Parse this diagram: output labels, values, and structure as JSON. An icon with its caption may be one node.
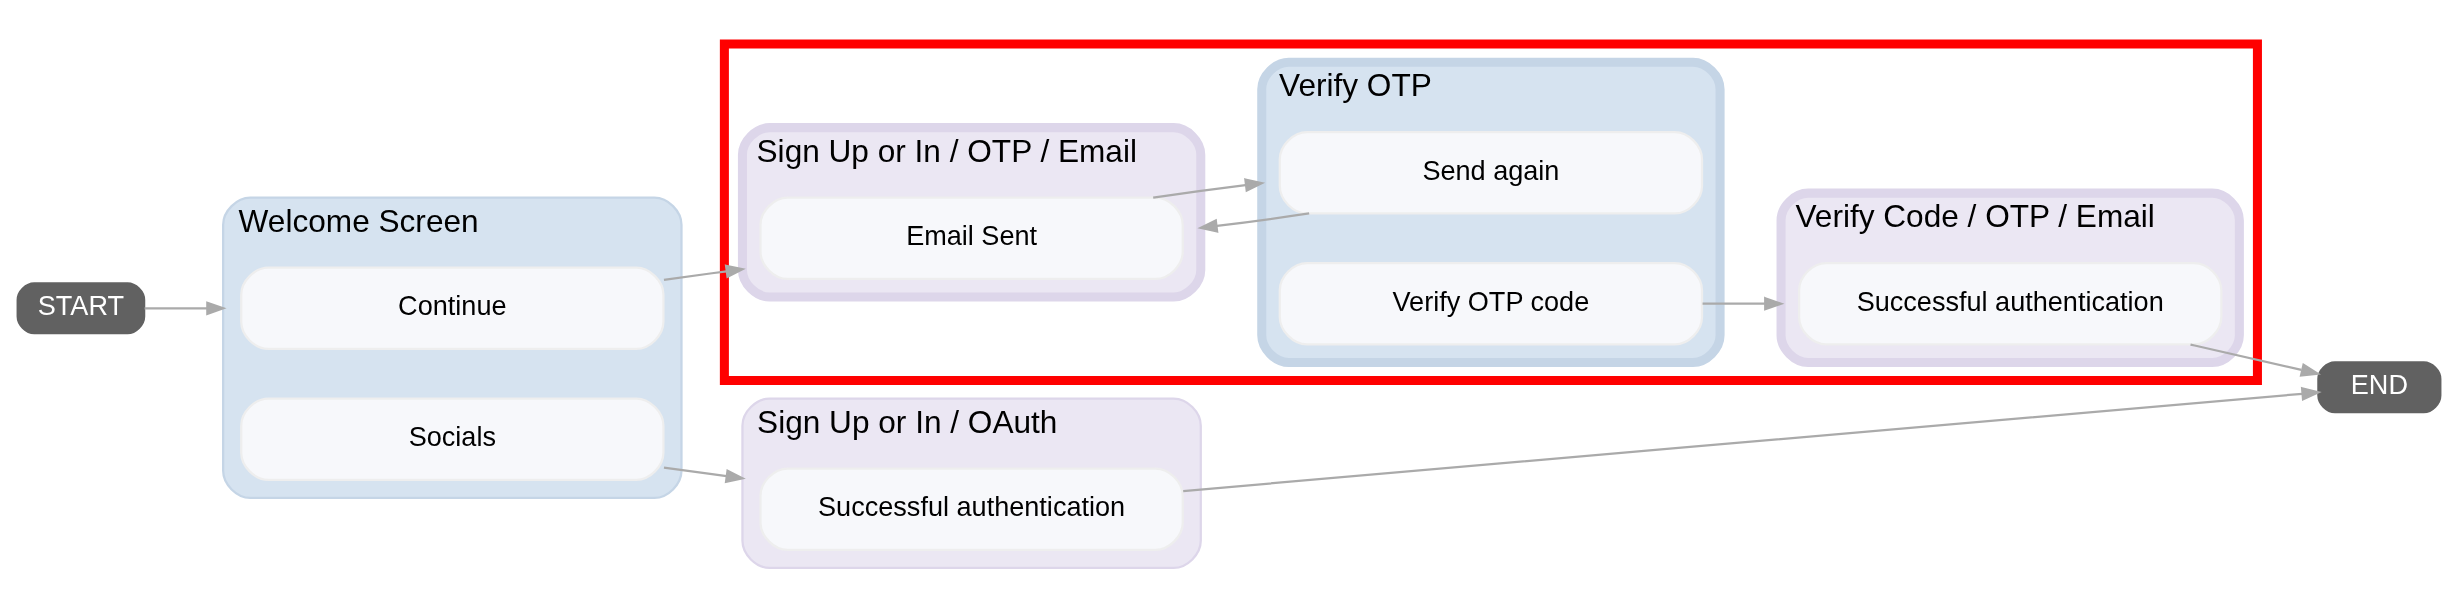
{
  "diagram": {
    "nodes": [
      {
        "text": [
          "START"
        ]
      },
      {
        "text": [
          "Welcome Screen"
        ]
      },
      {
        "text": [
          "Continue"
        ],
        "in": 1
      },
      {
        "text": [
          "Socials"
        ],
        "in": 1
      },
      {
        "text": [],
        "shape": "box"
      },
      {
        "text": [
          "Sign Up or In / OTP / Email"
        ],
        "in": 4
      },
      {
        "text": [
          "Email Sent"
        ],
        "in": 5
      },
      {
        "text": [
          "Verify OTP"
        ],
        "in": 4
      },
      {
        "text": [
          "Send again"
        ],
        "in": 7
      },
      {
        "text": [
          "Verify OTP code"
        ],
        "in": 7
      },
      {
        "text": [
          "Verify Code / OTP / Email"
        ],
        "in": 4
      },
      {
        "text": [
          "Successful authentication"
        ],
        "in": 10
      },
      {
        "text": [
          "Sign Up or In / OAuth"
        ]
      },
      {
        "text": [
          "Successful authentication"
        ],
        "in": 12
      },
      {
        "text": [
          "END"
        ]
      }
    ],
    "edges": [
      {
        "from": 0,
        "to": 1,
        "arrow": "to"
      },
      {
        "from": 2,
        "to": 5,
        "arrow": "to"
      },
      {
        "from": 3,
        "to": 12,
        "arrow": "to"
      },
      {
        "from": 6,
        "to": 7,
        "arrow": "to"
      },
      {
        "from": 8,
        "to": 5,
        "arrow": "to"
      },
      {
        "from": 9,
        "to": 10,
        "arrow": "to"
      },
      {
        "from": 11,
        "to": 14,
        "arrow": "to"
      },
      {
        "from": 13,
        "to": 14,
        "arrow": "to"
      }
    ]
  }
}
